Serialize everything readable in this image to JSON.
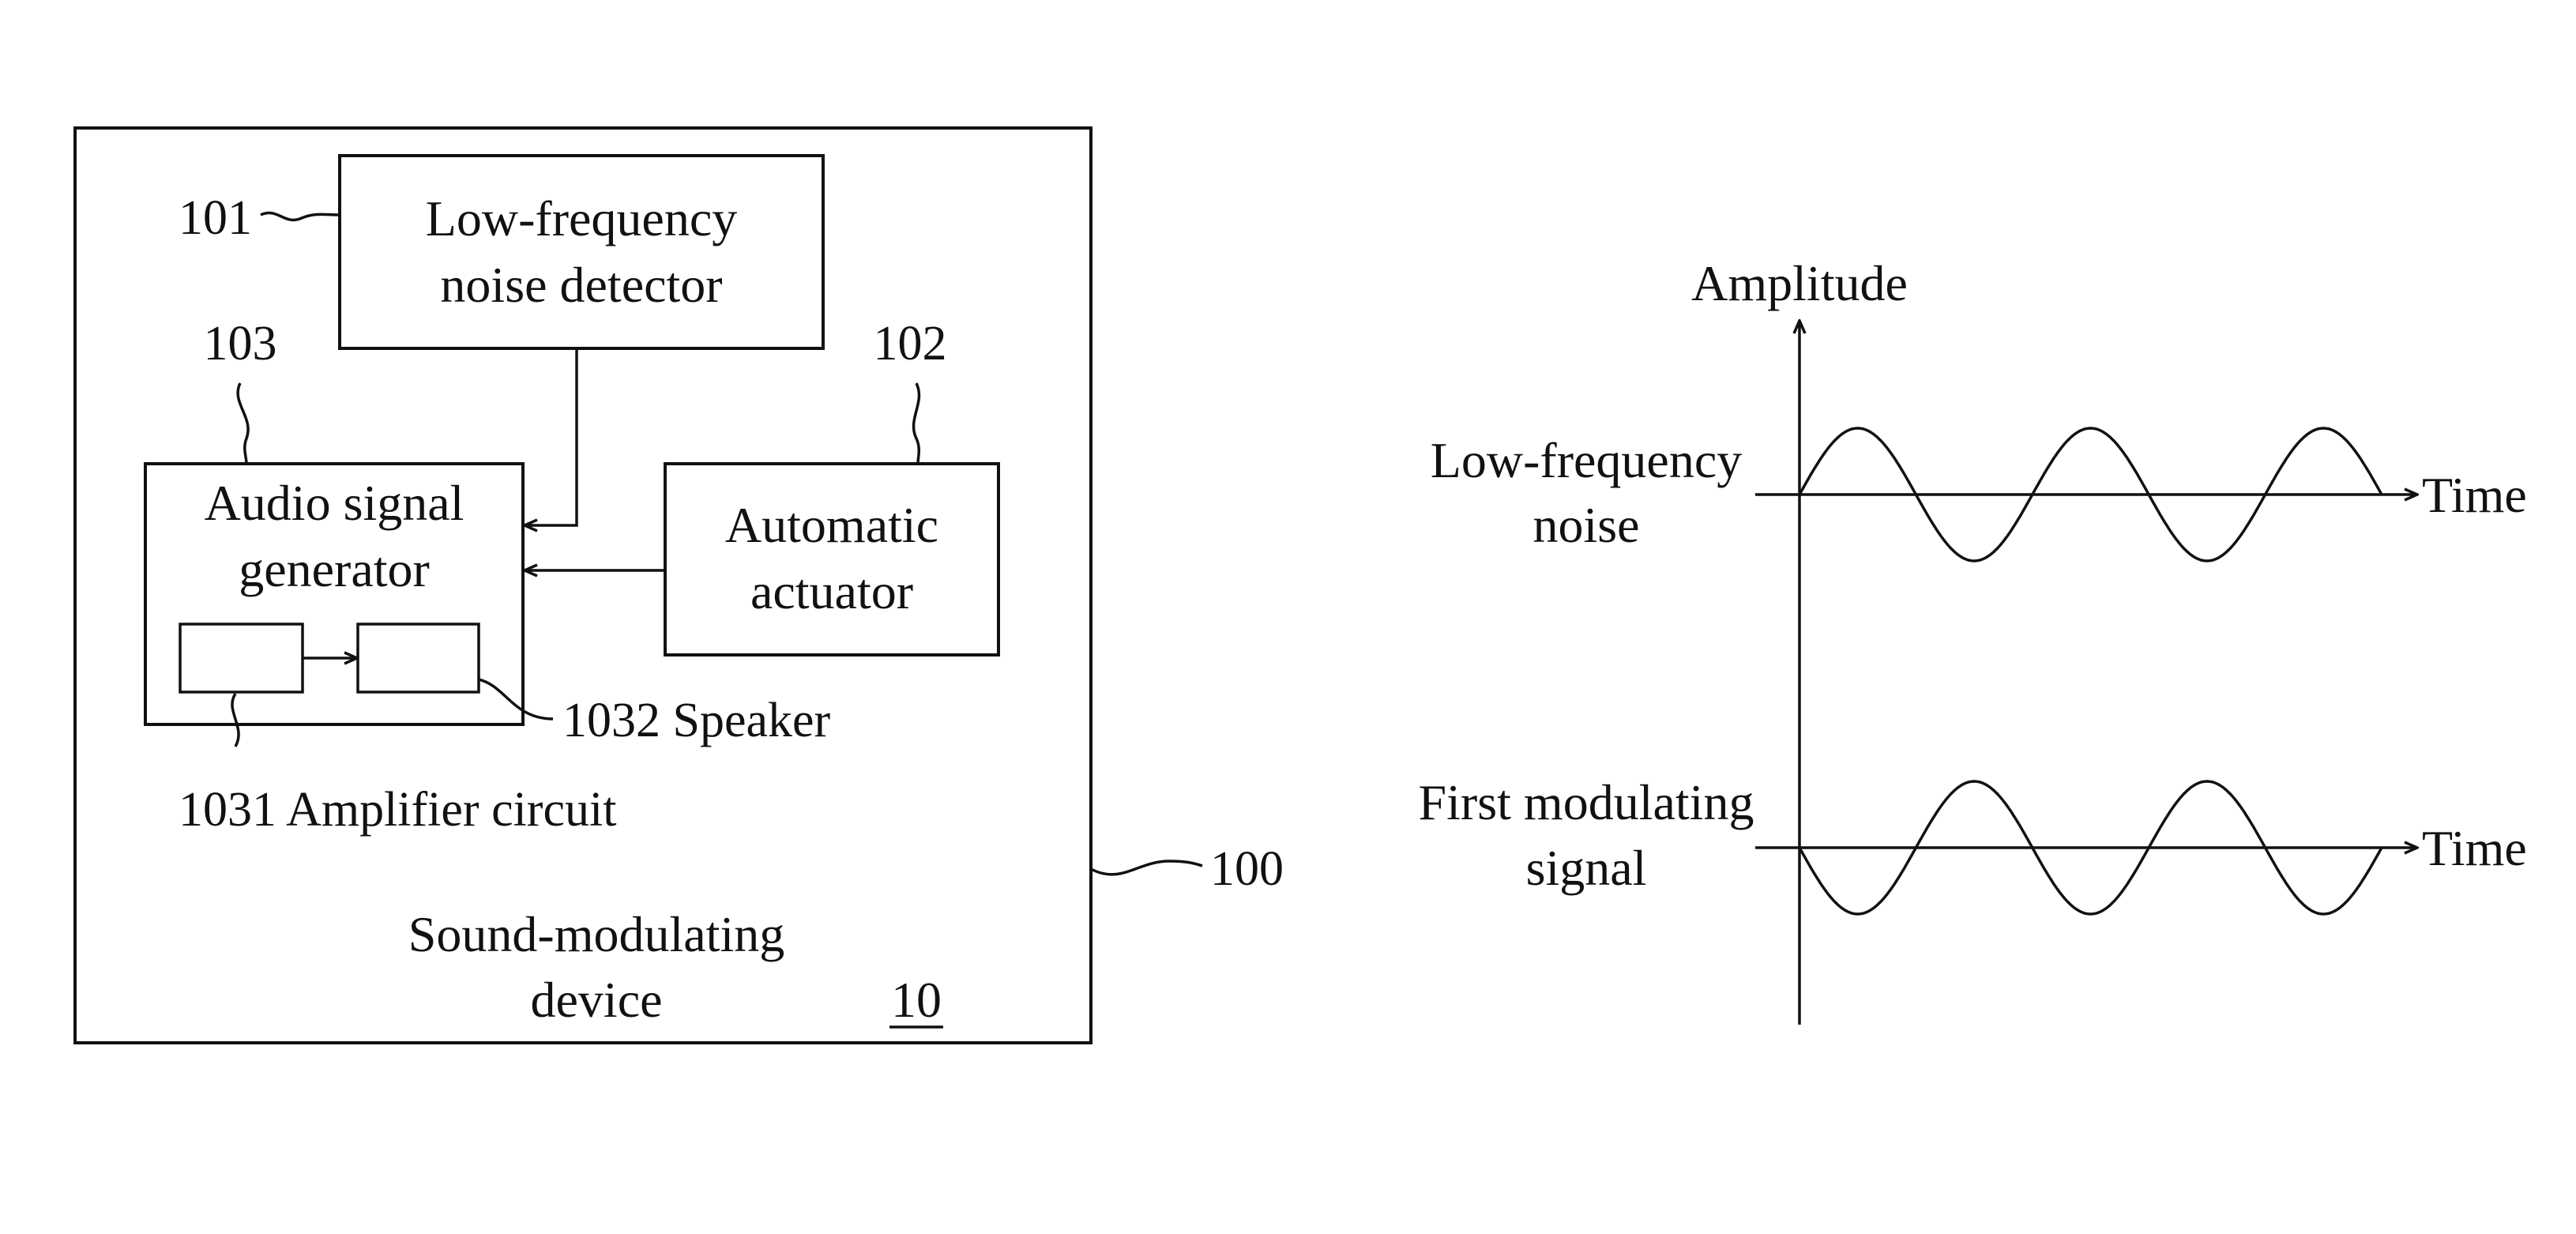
{
  "block_diagram": {
    "outer_ref": "100",
    "device_name_line1": "Sound-modulating",
    "device_name_line2": "device",
    "device_number": "10",
    "detector": {
      "ref": "101",
      "line1": "Low-frequency",
      "line2": "noise detector"
    },
    "generator": {
      "ref": "103",
      "line1": "Audio signal",
      "line2": "generator"
    },
    "actuator": {
      "ref": "102",
      "line1": "Automatic",
      "line2": "actuator"
    },
    "amplifier_label": "1031 Amplifier circuit",
    "speaker_label": "1032 Speaker"
  },
  "waveform_plot": {
    "y_axis_label": "Amplitude",
    "top_signal_line1": "Low-frequency",
    "top_signal_line2": "noise",
    "top_time_label": "Time",
    "bottom_signal_line1": "First modulating",
    "bottom_signal_line2": "signal",
    "bottom_time_label": "Time",
    "cycles_shown": 2.5,
    "phase_relation": "inverted"
  }
}
